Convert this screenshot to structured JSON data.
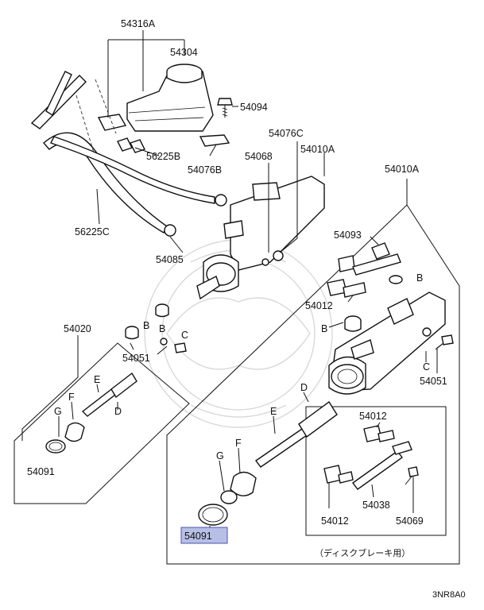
{
  "diagram": {
    "labels": {
      "p54316A": "54316A",
      "p54304": "54304",
      "p54094": "54094",
      "p54076C": "54076C",
      "p56225B": "56225B",
      "p54068": "54068",
      "p54010A_1": "54010A",
      "p54076B": "54076B",
      "p54010A_2": "54010A",
      "p56225C": "56225C",
      "p54093": "54093",
      "p54085": "54085",
      "B_1": "B",
      "p54012_1": "54012",
      "B_2": "B",
      "p54020": "54020",
      "B_3": "B",
      "B_4": "B",
      "C_1": "C",
      "C_2": "C",
      "p54051_1": "54051",
      "p54051_2": "54051",
      "E_1": "E",
      "D_1": "D",
      "F_1": "F",
      "D_2": "D",
      "G_1": "G",
      "E_2": "E",
      "p54012_2": "54012",
      "p54091_1": "54091",
      "F_2": "F",
      "G_2": "G",
      "p54038": "54038",
      "p54012_3": "54012",
      "p54069": "54069",
      "p54091_hl": "54091",
      "disc_note": "（ディスクブレーキ用）",
      "code": "3NR8A0"
    },
    "highlight_color": "#b8bfe6"
  }
}
